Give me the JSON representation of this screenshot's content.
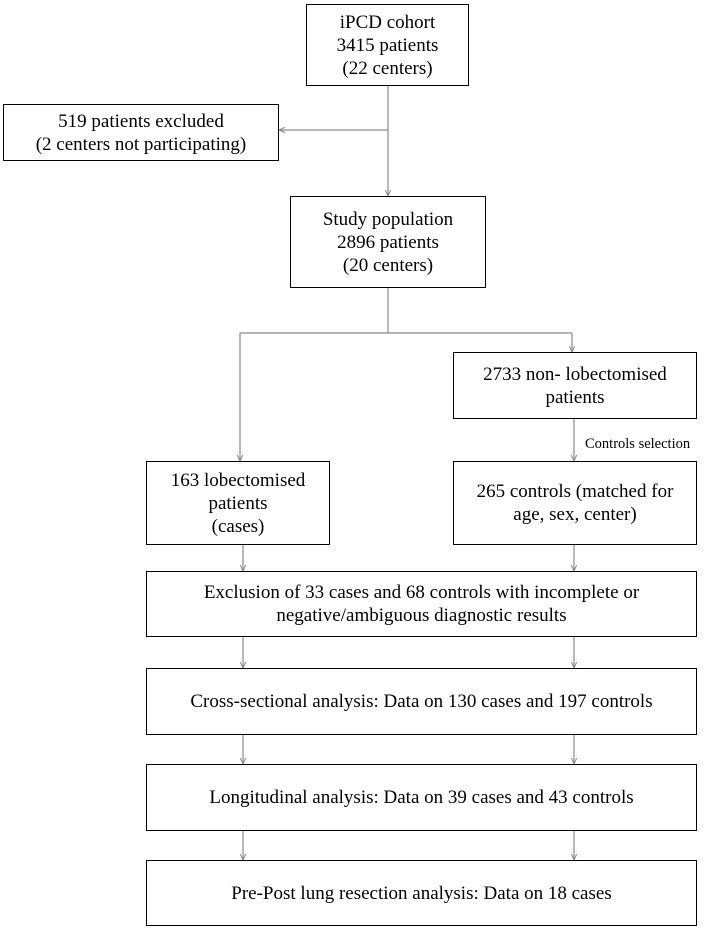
{
  "nodes": {
    "cohort": {
      "lines": [
        "iPCD cohort",
        "3415 patients",
        "(22 centers)"
      ]
    },
    "excluded": {
      "lines": [
        "519 patients excluded",
        "(2 centers not participating)"
      ]
    },
    "study": {
      "lines": [
        "Study population",
        "2896 patients",
        "(20 centers)"
      ]
    },
    "non_lobectomised": {
      "lines": [
        "2733 non- lobectomised",
        "patients"
      ]
    },
    "lobectomised": {
      "lines": [
        "163 lobectomised",
        "patients",
        "(cases)"
      ]
    },
    "controls": {
      "lines": [
        "265 controls (matched for",
        "age, sex, center)"
      ]
    },
    "exclusion": {
      "lines": [
        "Exclusion of 33 cases and 68 controls with incomplete or",
        "negative/ambiguous diagnostic results"
      ]
    },
    "cross_sectional": {
      "lines": [
        "Cross-sectional analysis: Data on 130 cases and 197 controls"
      ]
    },
    "longitudinal": {
      "lines": [
        "Longitudinal analysis: Data on 39 cases and 43 controls"
      ]
    },
    "pre_post": {
      "lines": [
        "Pre-Post lung resection analysis: Data on 18 cases"
      ]
    }
  },
  "edge_labels": {
    "controls_selection": "Controls selection"
  },
  "colors": {
    "box_border": "#000000",
    "connector": "#8a8a8a",
    "text": "#000000",
    "background": "#ffffff"
  }
}
